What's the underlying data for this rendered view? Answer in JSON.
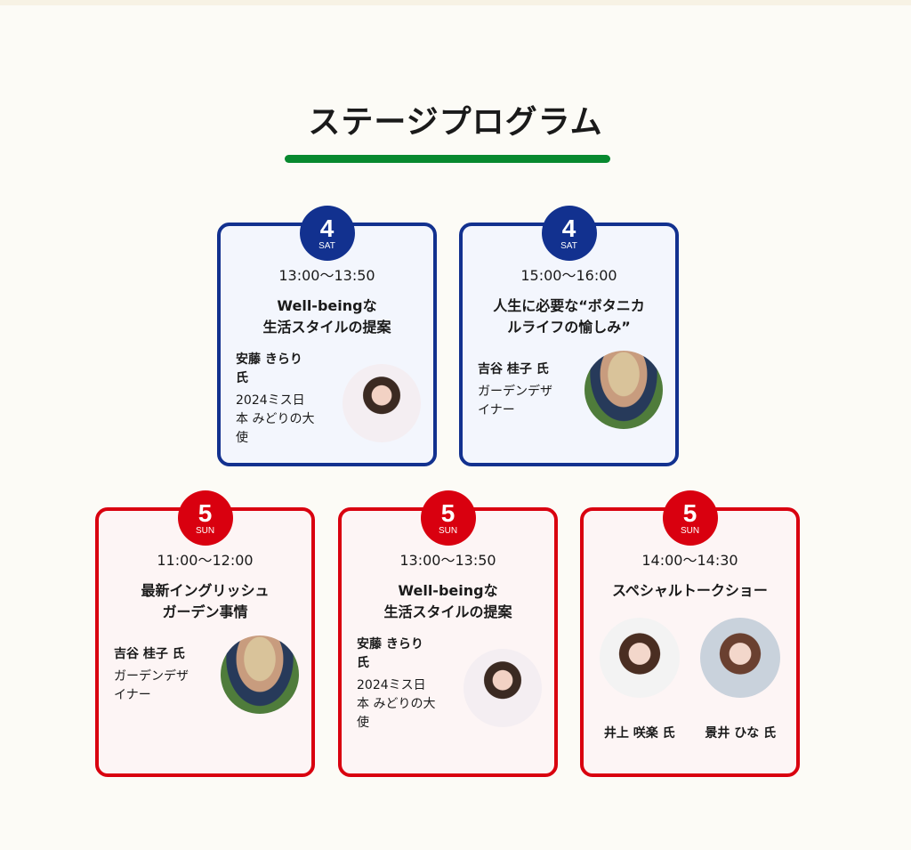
{
  "heading": "ステージプログラム",
  "colors": {
    "sat": "#12318f",
    "sun": "#d9000f",
    "accent": "#08892f"
  },
  "cards": [
    {
      "day": "4",
      "dow": "SAT",
      "time": "13:00〜13:50",
      "title1": "Well-beingな",
      "title2": "生活スタイルの提案",
      "name": "安藤 きらり 氏",
      "role": "2024ミス日本 みどりの大使"
    },
    {
      "day": "4",
      "dow": "SAT",
      "time": "15:00〜16:00",
      "title1": "人生に必要な“ボタニカ",
      "title2": "ルライフの愉しみ”",
      "name": "吉谷 桂子 氏",
      "role": "ガーデンデザイナー"
    },
    {
      "day": "5",
      "dow": "SUN",
      "time": "11:00〜12:00",
      "title1": "最新イングリッシュ",
      "title2": "ガーデン事情",
      "name": "吉谷 桂子 氏",
      "role": "ガーデンデザイナー"
    },
    {
      "day": "5",
      "dow": "SUN",
      "time": "13:00〜13:50",
      "title1": "Well-beingな",
      "title2": "生活スタイルの提案",
      "name": "安藤 きらり 氏",
      "role": "2024ミス日本 みどりの大使"
    },
    {
      "day": "5",
      "dow": "SUN",
      "time": "14:00〜14:30",
      "title1": "スペシャルトークショー",
      "name1": "井上 咲楽 氏",
      "name2": "景井 ひな 氏"
    }
  ]
}
